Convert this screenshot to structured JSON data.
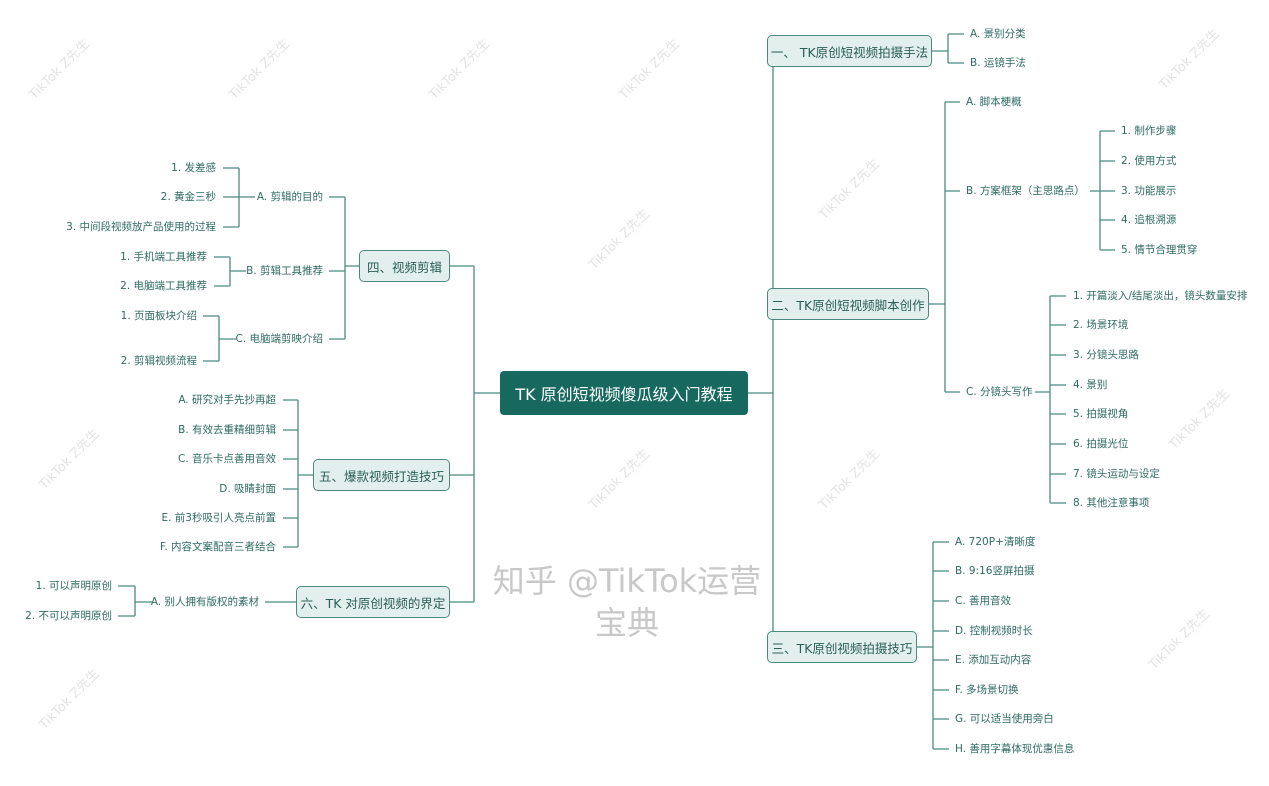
{
  "watermark": "TikTok Z先生",
  "footer_watermark": "知乎 @TikTok运营宝典",
  "colors": {
    "central_fill": "#17695f",
    "node_fill": "#e2efec",
    "node_border": "#4b8a80",
    "line": "#4b8a80",
    "text": "#2e6b63"
  },
  "central": "TK 原创短视频傻瓜级入门教程",
  "right": [
    {
      "title": "一、 TK原创短视频拍摄手法",
      "children": [
        {
          "label": "A. 景别分类"
        },
        {
          "label": "B. 运镜手法"
        }
      ]
    },
    {
      "title": "二、TK原创短视频脚本创作",
      "children": [
        {
          "label": "A. 脚本梗概"
        },
        {
          "label": "B. 方案框架（主思路点）",
          "children": [
            "1. 制作步骤",
            "2. 使用方式",
            "3. 功能展示",
            "4. 追根溯源",
            "5. 情节合理贯穿"
          ]
        },
        {
          "label": "C. 分镜头写作",
          "children": [
            "1. 开篇淡入/结尾淡出，镜头数量安排",
            "2. 场景环境",
            "3. 分镜头思路",
            "4. 景别",
            "5. 拍摄视角",
            "6. 拍摄光位",
            "7. 镜头运动与设定",
            "8. 其他注意事项"
          ]
        }
      ]
    },
    {
      "title": "三、TK原创视频拍摄技巧",
      "children": [
        {
          "label": "A. 720P+清晰度"
        },
        {
          "label": "B. 9:16竖屏拍摄"
        },
        {
          "label": "C. 善用音效"
        },
        {
          "label": "D.  控制视频时长"
        },
        {
          "label": "E. 添加互动内容"
        },
        {
          "label": "F. 多场景切换"
        },
        {
          "label": "G. 可以适当使用旁白"
        },
        {
          "label": "H. 善用字幕体现优惠信息"
        }
      ]
    }
  ],
  "left": [
    {
      "title": "四、视频剪辑",
      "children": [
        {
          "label": "A. 剪辑的目的",
          "children": [
            "1. 发差感",
            "2. 黄金三秒",
            "3. 中间段视频放产品使用的过程"
          ]
        },
        {
          "label": "B. 剪辑工具推荐",
          "children": [
            "1. 手机端工具推荐",
            "2. 电脑端工具推荐"
          ]
        },
        {
          "label": "C. 电脑端剪映介绍",
          "children": [
            "1.  页面板块介绍",
            "2. 剪辑视频流程"
          ]
        }
      ]
    },
    {
      "title": "五、爆款视频打造技巧",
      "children": [
        {
          "label": "A. 研究对手先抄再超"
        },
        {
          "label": "B. 有效去重精细剪辑"
        },
        {
          "label": "C. 音乐卡点善用音效"
        },
        {
          "label": "D. 吸睛封面"
        },
        {
          "label": "E. 前3秒吸引人亮点前置"
        },
        {
          "label": "F. 内容文案配音三者结合"
        }
      ]
    },
    {
      "title": "六、TK 对原创视频的界定",
      "children": [
        {
          "label": "A. 别人拥有版权的素材",
          "children": [
            "1. 可以声明原创",
            "2. 不可以声明原创"
          ]
        }
      ]
    }
  ]
}
